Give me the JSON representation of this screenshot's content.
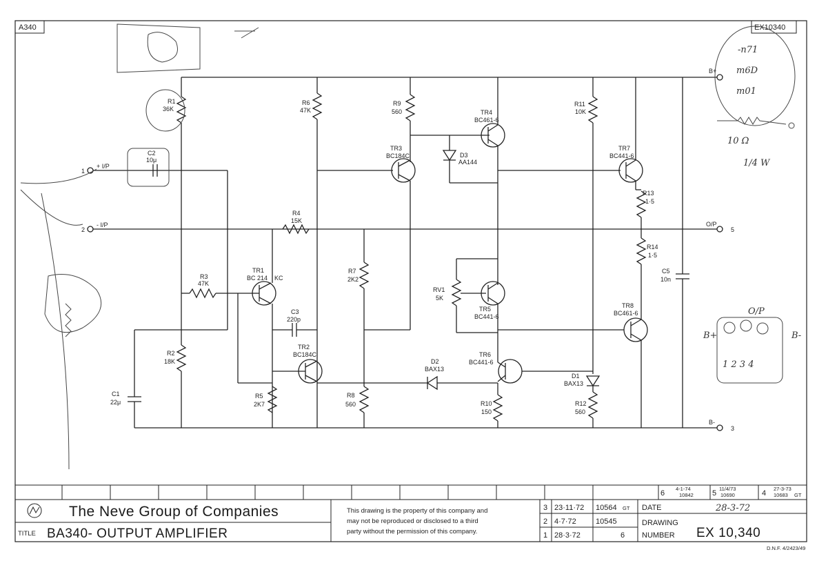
{
  "sheet": {
    "ref_top_left": "A340",
    "ref_top_right": "EX10340"
  },
  "company": "The Neve Group of Companies",
  "title_prefix": "TITLE",
  "title": "BA340- OUTPUT AMPLIFIER",
  "disclaimer": [
    "This drawing is the property of this company and",
    "may not be reproduced or disclosed to a third",
    "party without the permission of this company."
  ],
  "revisions": [
    {
      "no": "3",
      "date": "23·11·72",
      "ref": "10564",
      "init": "GT"
    },
    {
      "no": "2",
      "date": "4·7·72",
      "ref": "10545",
      "init": ""
    },
    {
      "no": "1",
      "date": "28·3·72",
      "ref": "6",
      "init": ""
    }
  ],
  "revisions_top": [
    {
      "no": "6",
      "date": "4-1-74",
      "ref": "10842"
    },
    {
      "no": "5",
      "date": "11/4/73",
      "ref": "10690"
    },
    {
      "no": "4",
      "date": "27-3-73",
      "ref": "10683",
      "init": "GT"
    }
  ],
  "date_label": "DATE",
  "date_value": "28-3-72",
  "drawing_label": "DRAWING",
  "number_label": "NUMBER",
  "drawing_number": "EX 10,340",
  "footer_code": "D.N.F. 4/2423/49",
  "terminals": {
    "t1": "1",
    "t1_label": "+ I/P",
    "t2": "2",
    "t2_label": "- I/P",
    "t3": "3",
    "t3_label": "B-",
    "t5": "5",
    "t5_label": "O/P",
    "bplus": "B+"
  },
  "components": {
    "r1": [
      "R1",
      "36K"
    ],
    "r2": [
      "R2",
      "18K"
    ],
    "r3": [
      "R3",
      "47K"
    ],
    "r4": [
      "R4",
      "15K"
    ],
    "r5": [
      "R5",
      "2K7"
    ],
    "r6": [
      "R6",
      "47K"
    ],
    "r7": [
      "R7",
      "2K2"
    ],
    "r8": [
      "R8",
      "560"
    ],
    "r9": [
      "R9",
      "560"
    ],
    "r10": [
      "R10",
      "150"
    ],
    "r11": [
      "R11",
      "10K"
    ],
    "r12": [
      "R12",
      "560"
    ],
    "r13": [
      "R13",
      "1·5"
    ],
    "r14": [
      "R14",
      "1·5"
    ],
    "c1": [
      "C1",
      "22μ"
    ],
    "c2": [
      "C2",
      "10μ"
    ],
    "c3": [
      "C3",
      "220p"
    ],
    "c5": [
      "C5",
      "10n"
    ],
    "rv1": [
      "RV1",
      "5K"
    ],
    "d1": [
      "D1",
      "BAX13"
    ],
    "d2": [
      "D2",
      "BAX13"
    ],
    "d3": [
      "D3",
      "AA144"
    ],
    "tr1": [
      "TR1",
      "BC 214",
      "KC"
    ],
    "tr2": [
      "TR2",
      "BC184C"
    ],
    "tr3": [
      "TR3",
      "BC184C"
    ],
    "tr4": [
      "TR4",
      "BC461-6"
    ],
    "tr5": [
      "TR5",
      "BC441-6"
    ],
    "tr6": [
      "TR6",
      "BC441-6"
    ],
    "tr7": [
      "TR7",
      "BC441-6"
    ],
    "tr8": [
      "TR8",
      "BC461-6"
    ]
  },
  "handwritten": {
    "n1": "-n71",
    "n2": "m6D",
    "n3": "m01",
    "n4": "10 Ω",
    "n5": "1/4 W",
    "n6": "O/P",
    "n7": "B+",
    "n8": "B-",
    "n9": "1 2 3 4"
  }
}
